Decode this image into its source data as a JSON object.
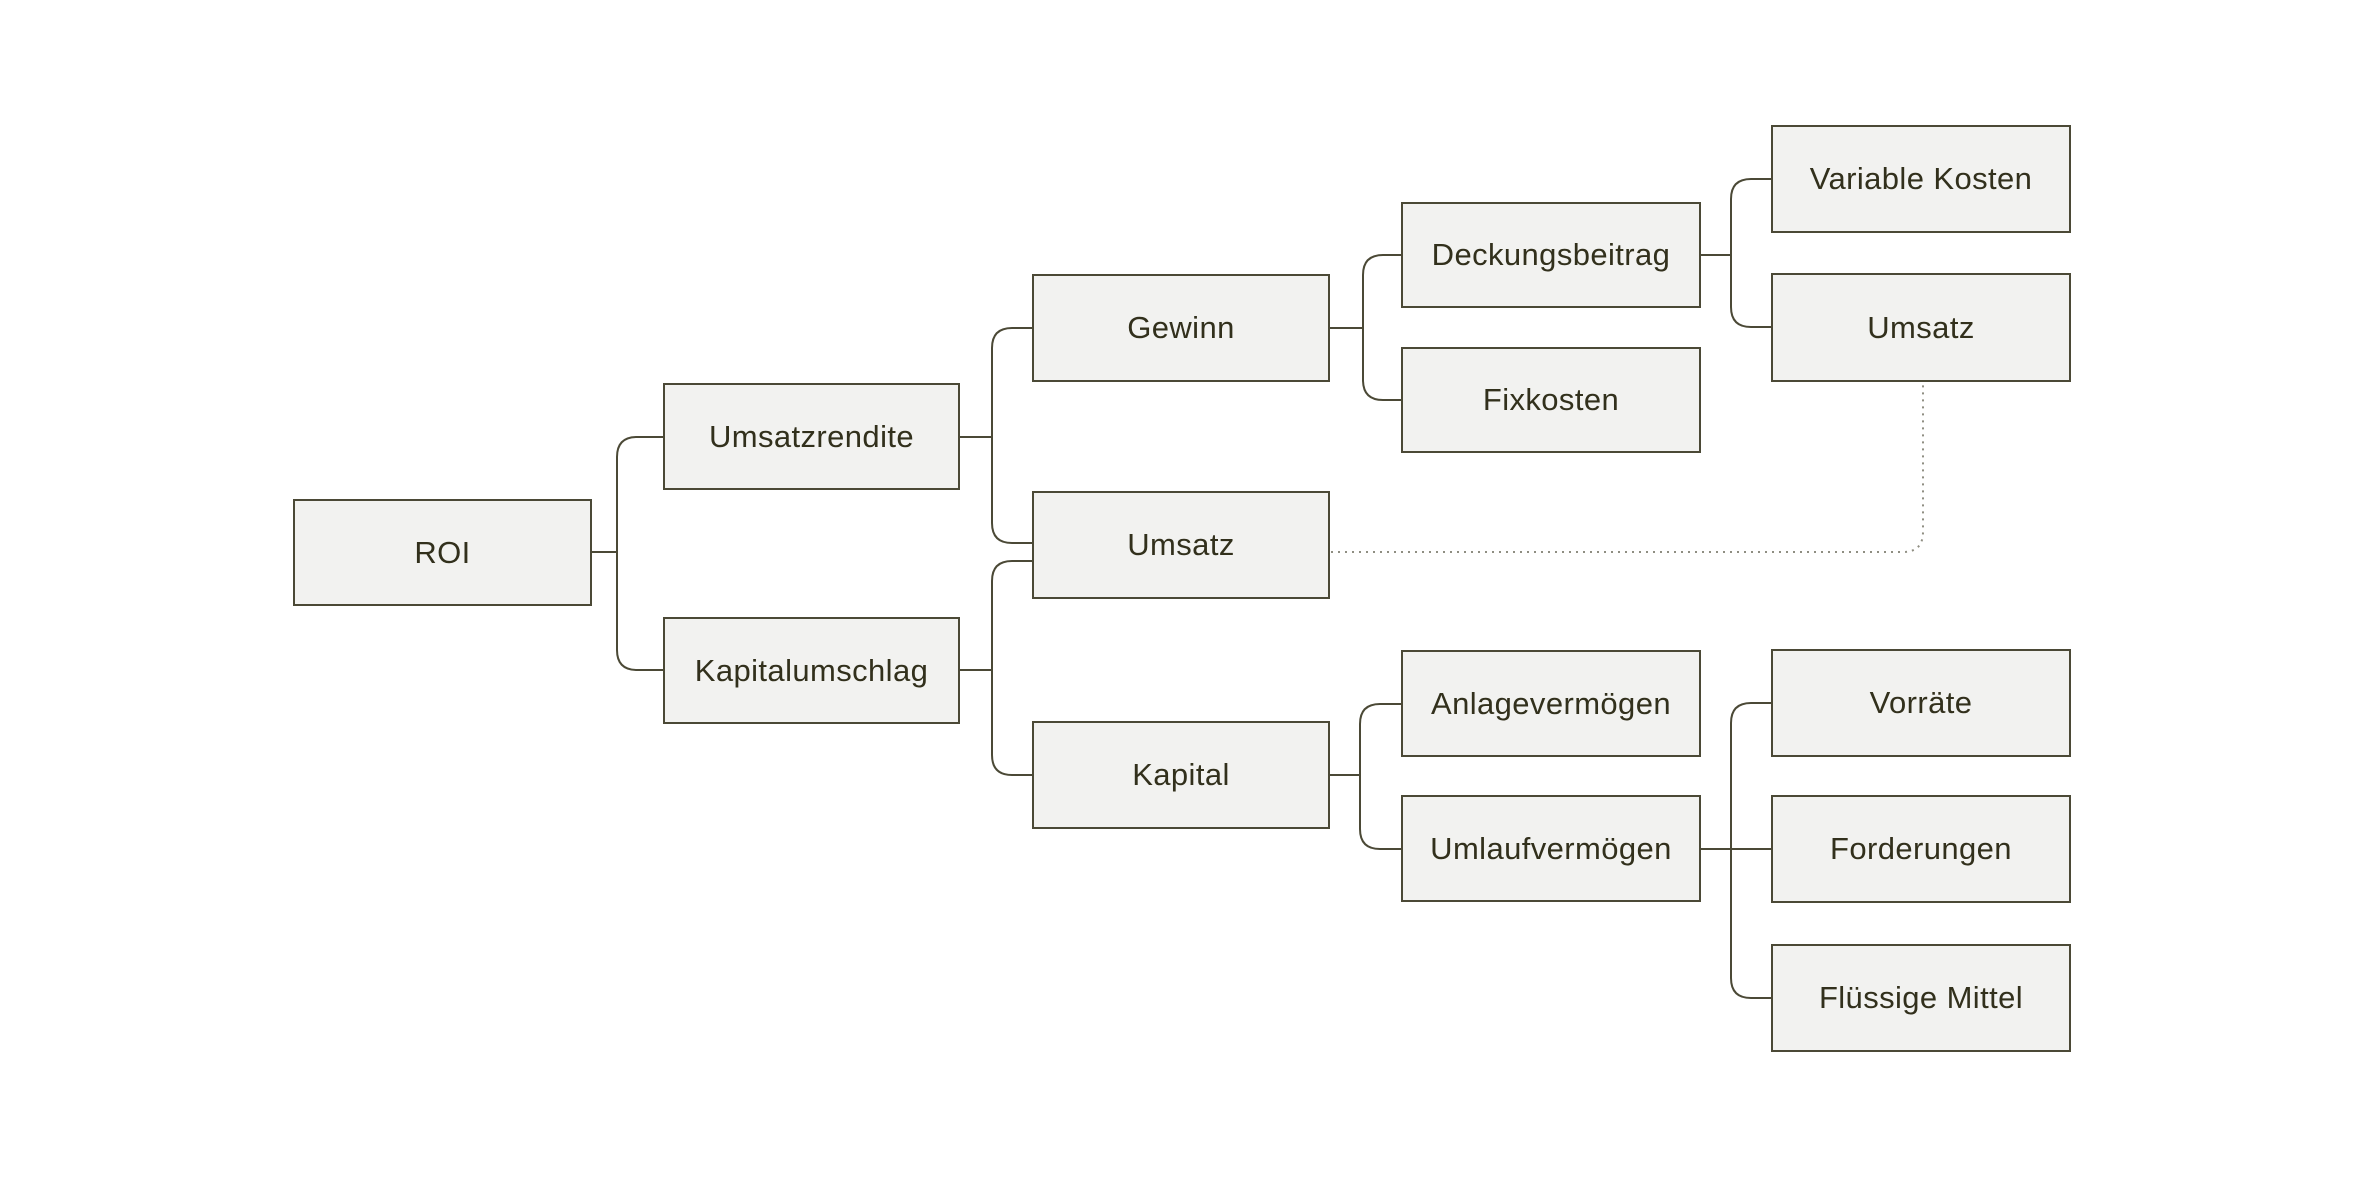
{
  "diagram": {
    "description": "ROI driver tree (DuPont scheme)",
    "colors": {
      "background": "#ffffff",
      "node_fill": "#f2f2f0",
      "node_border": "#4b4936",
      "text": "#32301c",
      "connector": "#4b4936",
      "dotted_connector": "#8f8e82"
    },
    "nodes": {
      "roi": {
        "label": "ROI"
      },
      "umsatzrendite": {
        "label": "Umsatzrendite"
      },
      "kapitalumschlag": {
        "label": "Kapitalumschlag"
      },
      "gewinn": {
        "label": "Gewinn"
      },
      "umsatz": {
        "label": "Umsatz"
      },
      "kapital": {
        "label": "Kapital"
      },
      "deckungsbeitrag": {
        "label": "Deckungsbeitrag"
      },
      "fixkosten": {
        "label": "Fixkosten"
      },
      "anlagevermoegen": {
        "label": "Anlagevermögen"
      },
      "umlaufvermoegen": {
        "label": "Umlaufvermögen"
      },
      "variablekosten": {
        "label": "Variable Kosten"
      },
      "umsatz2": {
        "label": "Umsatz"
      },
      "vorraete": {
        "label": "Vorräte"
      },
      "forderungen": {
        "label": "Forderungen"
      },
      "fluessigemittel": {
        "label": "Flüssige Mittel"
      }
    },
    "edges": [
      {
        "from": "roi",
        "to": "umsatzrendite",
        "style": "solid"
      },
      {
        "from": "roi",
        "to": "kapitalumschlag",
        "style": "solid"
      },
      {
        "from": "umsatzrendite",
        "to": "gewinn",
        "style": "solid"
      },
      {
        "from": "umsatzrendite",
        "to": "umsatz",
        "style": "solid"
      },
      {
        "from": "kapitalumschlag",
        "to": "umsatz",
        "style": "solid"
      },
      {
        "from": "kapitalumschlag",
        "to": "kapital",
        "style": "solid"
      },
      {
        "from": "gewinn",
        "to": "deckungsbeitrag",
        "style": "solid"
      },
      {
        "from": "gewinn",
        "to": "fixkosten",
        "style": "solid"
      },
      {
        "from": "deckungsbeitrag",
        "to": "variablekosten",
        "style": "solid"
      },
      {
        "from": "deckungsbeitrag",
        "to": "umsatz2",
        "style": "solid"
      },
      {
        "from": "umsatz2",
        "to": "umsatz",
        "style": "dotted"
      },
      {
        "from": "kapital",
        "to": "anlagevermoegen",
        "style": "solid"
      },
      {
        "from": "kapital",
        "to": "umlaufvermoegen",
        "style": "solid"
      },
      {
        "from": "umlaufvermoegen",
        "to": "vorraete",
        "style": "solid"
      },
      {
        "from": "umlaufvermoegen",
        "to": "forderungen",
        "style": "solid"
      },
      {
        "from": "umlaufvermoegen",
        "to": "fluessigemittel",
        "style": "solid"
      }
    ]
  }
}
